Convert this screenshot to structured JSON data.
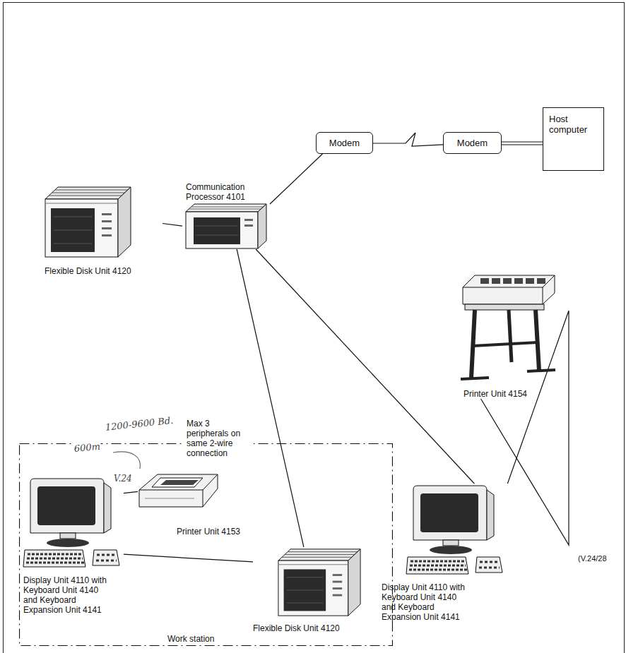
{
  "diagram": {
    "nodes": [
      {
        "text": [
          "Modem"
        ]
      },
      {
        "text": [
          "Modem"
        ]
      },
      {
        "text": [
          "Host computer"
        ]
      },
      {
        "text": [
          "Communication Processor 4101"
        ]
      },
      {
        "text": [
          "Flexible Disk Unit 4120"
        ]
      },
      {
        "text": [
          "Printer Unit 4154"
        ]
      },
      {
        "text": [
          "Max 3 peripherals on same 2-wire connection",
          "Work station"
        ]
      },
      {
        "text": [
          "Display Unit 4110 with Keyboard Unit 4140 and Keyboard Expansion Unit 4141"
        ],
        "in": 6
      },
      {
        "text": [
          "Printer Unit 4153"
        ],
        "in": 6
      },
      {
        "text": [
          "Flexible Disk Unit 4120"
        ],
        "in": 6
      },
      {
        "text": [
          "Display Unit 4110 with Keyboard Unit 4140 and Keyboard Expansion Unit 4141"
        ]
      }
    ],
    "edges": [
      {
        "from": 3,
        "to": 0,
        "arrow": "none"
      },
      {
        "from": 0,
        "to": 1,
        "arrow": "none"
      },
      {
        "from": 1,
        "to": 2,
        "arrow": "none"
      },
      {
        "from": 4,
        "to": 3,
        "arrow": "none"
      },
      {
        "from": 3,
        "to": 9,
        "arrow": "none"
      },
      {
        "from": 3,
        "to": 10,
        "arrow": "none"
      },
      {
        "from": 10,
        "to": 5,
        "arrow": "none"
      },
      {
        "from": 7,
        "to": 8,
        "arrow": "none"
      },
      {
        "from": 7,
        "to": 9,
        "arrow": "none"
      }
    ],
    "labels": [
      "1200-9600 Bd.",
      "600m",
      "V.24",
      "(V.24/28"
    ]
  }
}
